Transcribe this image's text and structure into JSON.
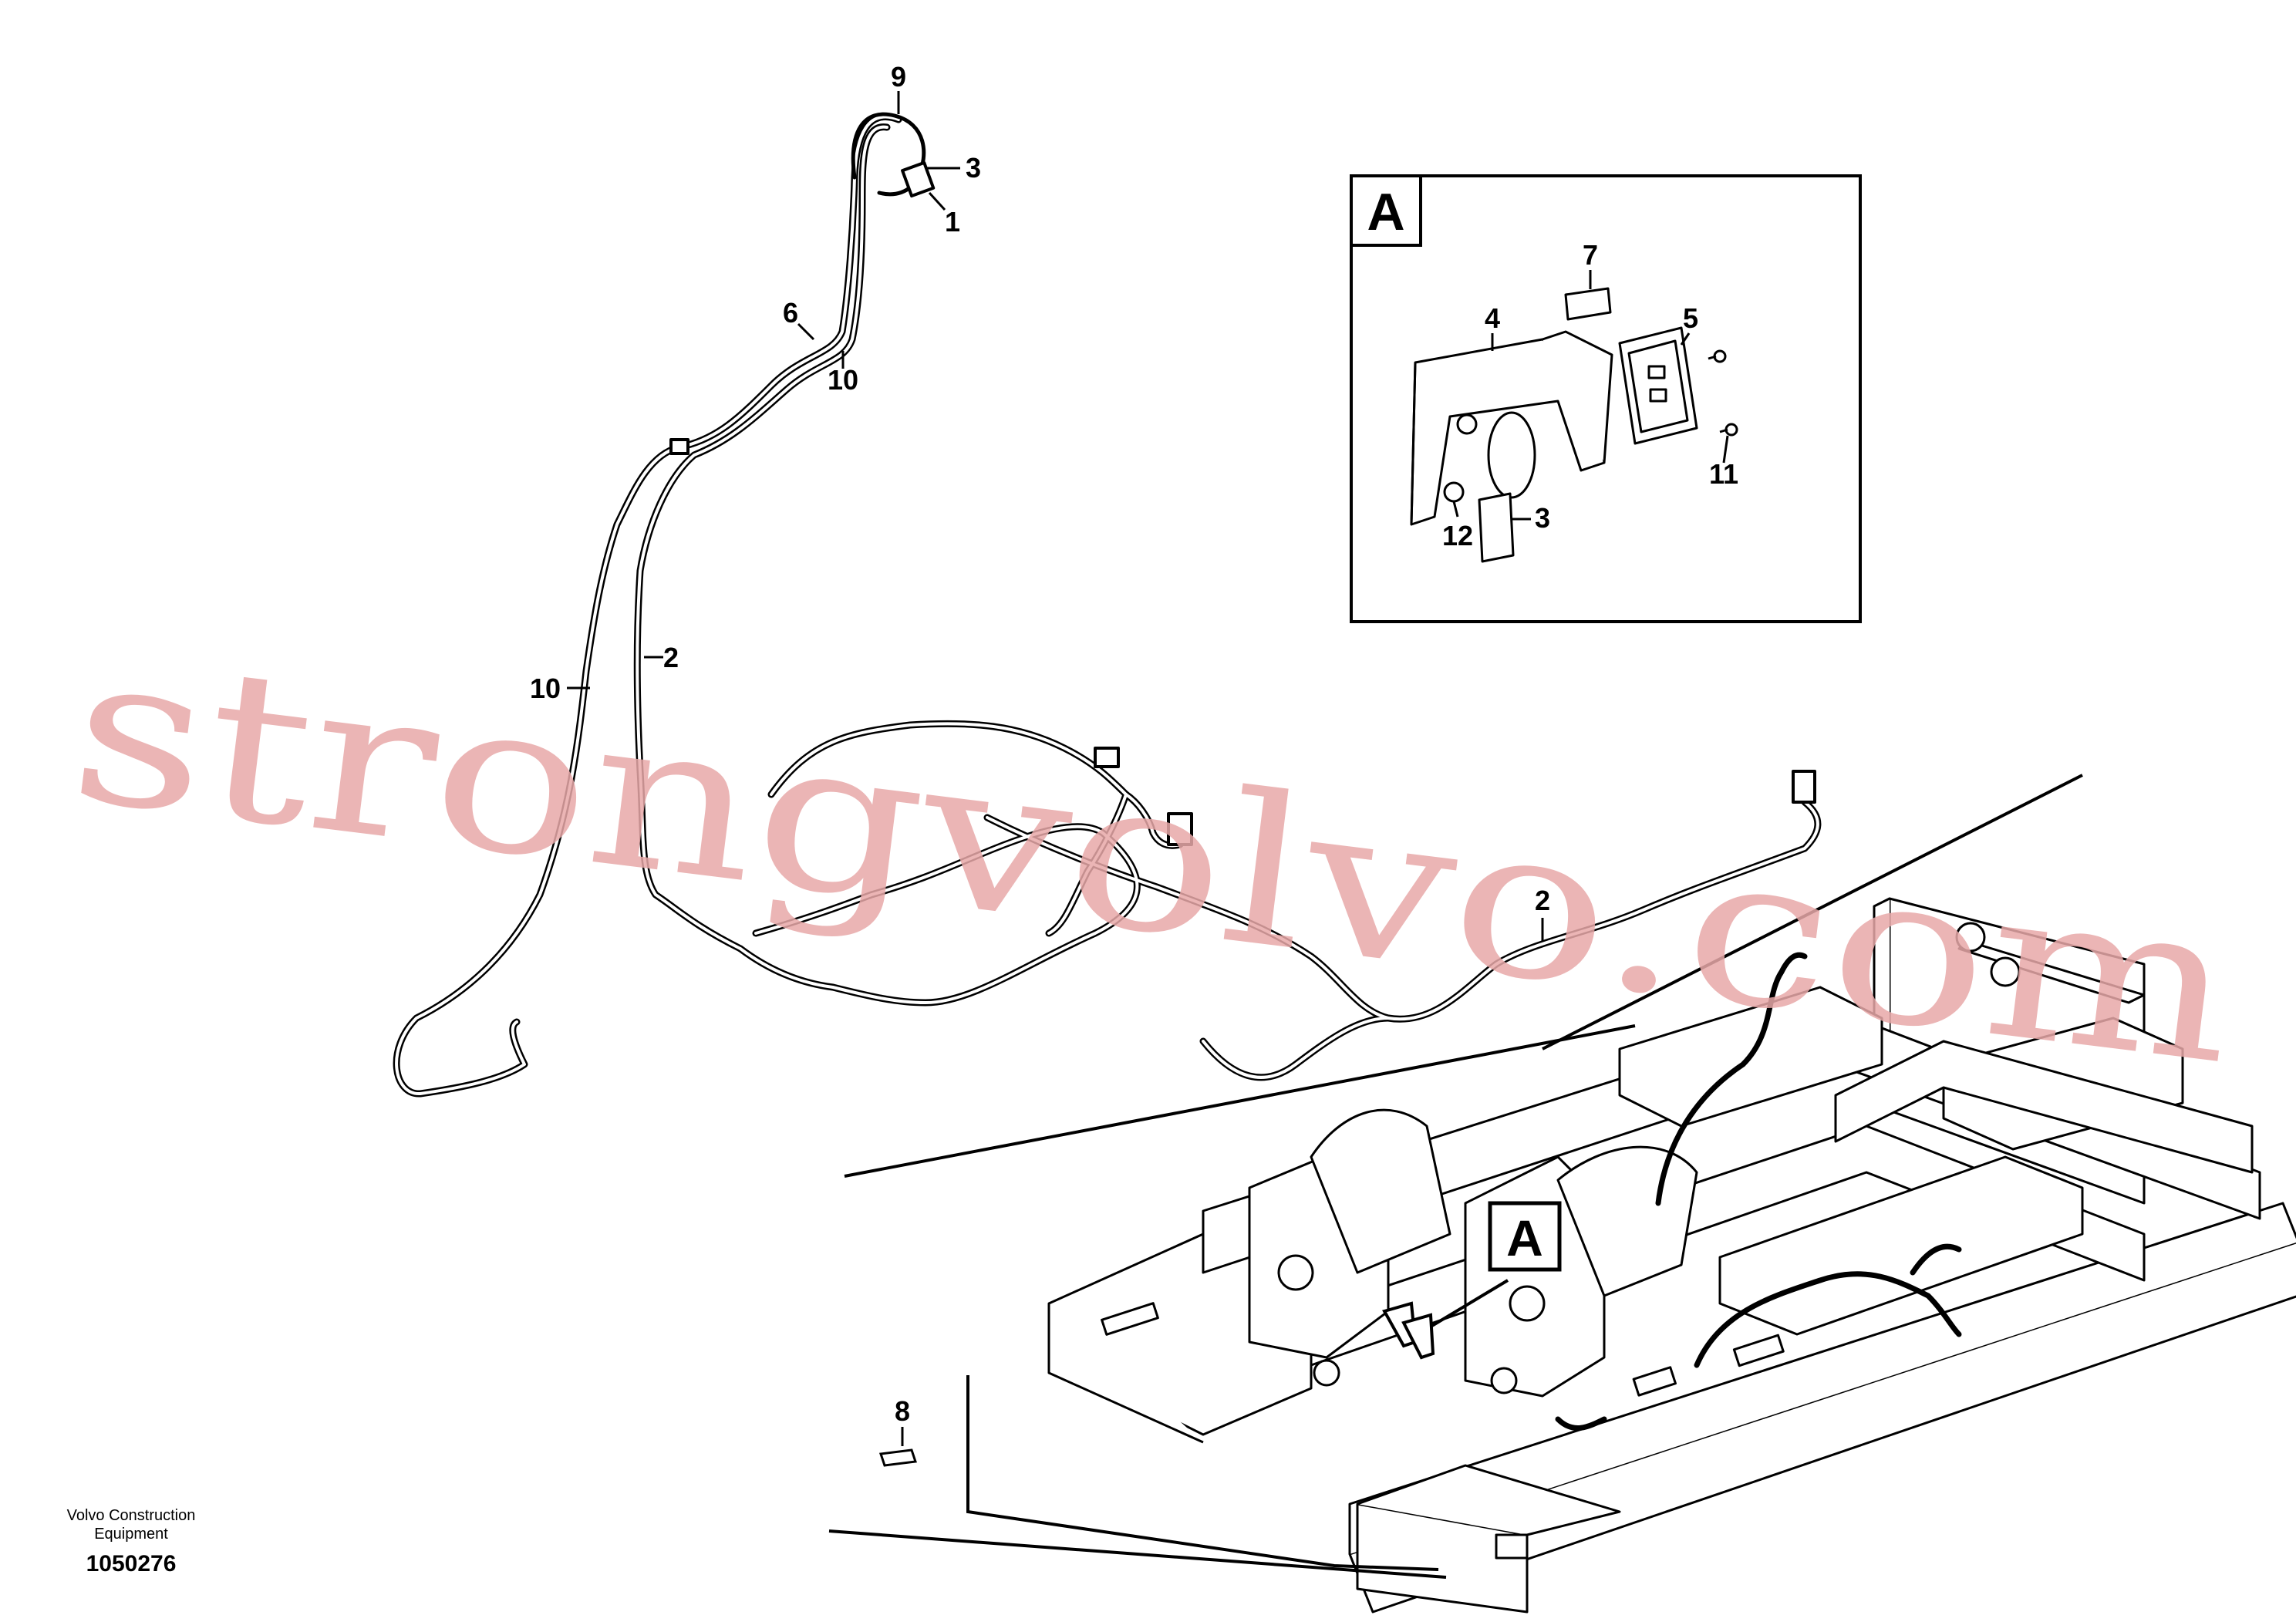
{
  "diagram": {
    "callouts": [
      "9",
      "3",
      "1",
      "6",
      "10",
      "10",
      "2",
      "2",
      "8"
    ],
    "detail_box": {
      "label": "A",
      "callouts": [
        "7",
        "4",
        "5",
        "11",
        "12",
        "3"
      ]
    },
    "view_marker": "A",
    "watermark": "strongvolvo.com"
  },
  "footer": {
    "brand": "Volvo Construction Equipment",
    "document_number": "1050276"
  }
}
